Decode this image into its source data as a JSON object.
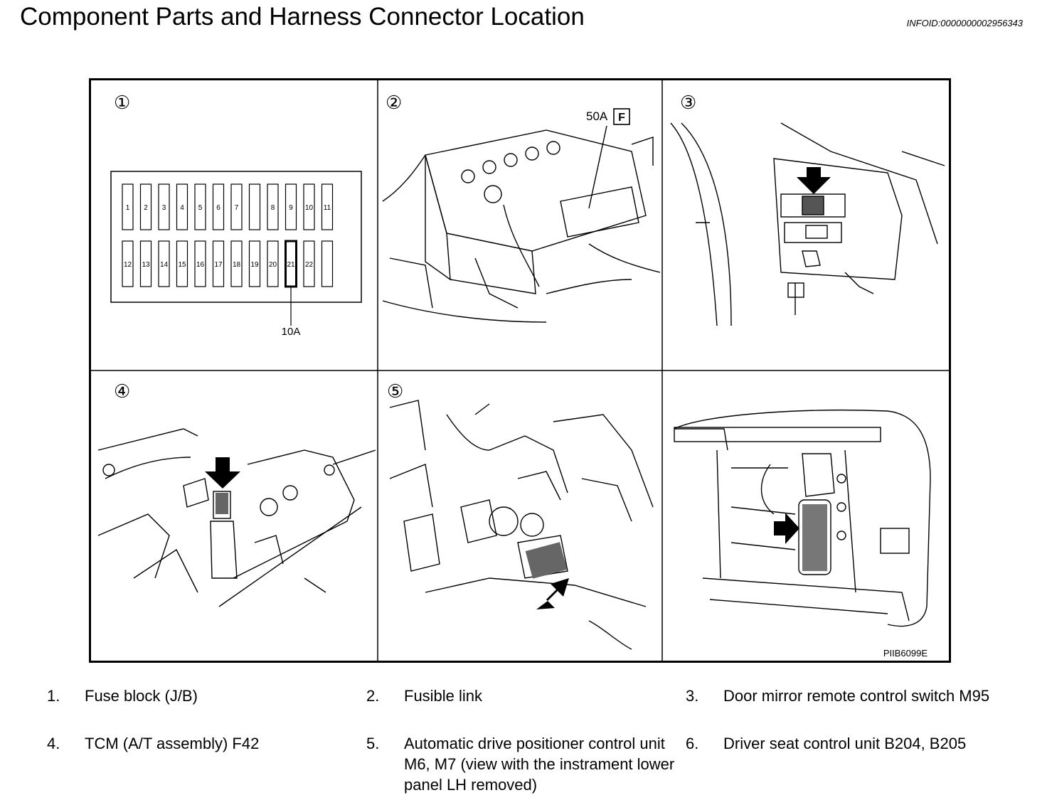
{
  "header": {
    "title": "Component Parts and Harness Connector Location",
    "infoid": "INFOID:0000000002956343"
  },
  "figure": {
    "panel_markers": [
      "①",
      "②",
      "③",
      "④",
      "⑤"
    ],
    "fuse_block": {
      "top_row": [
        "1",
        "2",
        "3",
        "4",
        "5",
        "6",
        "7",
        "",
        "8",
        "9",
        "10",
        "11"
      ],
      "bottom_row": [
        "12",
        "13",
        "14",
        "15",
        "16",
        "17",
        "18",
        "19",
        "20",
        "21",
        "22",
        ""
      ],
      "highlighted": "21",
      "callout": "10A"
    },
    "fusible_link": {
      "amp": "50A",
      "letter": "F"
    },
    "figure_code": "PIIB6099E"
  },
  "legend": [
    {
      "num": "1.",
      "text": "Fuse block (J/B)"
    },
    {
      "num": "2.",
      "text": "Fusible link"
    },
    {
      "num": "3.",
      "text": "Door mirror remote control switch M95"
    },
    {
      "num": "4.",
      "text": "TCM (A/T assembly) F42"
    },
    {
      "num": "5.",
      "text": "Automatic drive positioner control unit M6, M7 (view with the instrament lower panel LH removed)"
    },
    {
      "num": "6.",
      "text": "Driver seat control unit B204, B205"
    }
  ]
}
